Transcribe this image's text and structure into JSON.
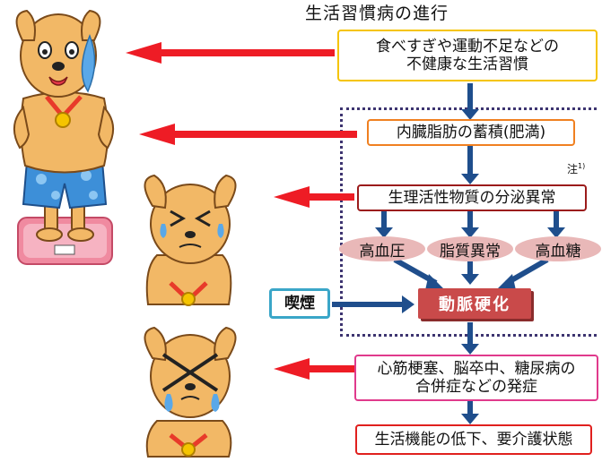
{
  "title": "生活習慣病の進行",
  "steps": {
    "unhealthy_line1": "食べすぎや運動不足などの",
    "unhealthy_line2": "不健康な生活習慣",
    "visceral_fat": "内臓脂肪の蓄積(肥満)",
    "bioactive": "生理活性物質の分泌異常",
    "atherosclerosis": "動脈硬化",
    "complications_line1": "心筋梗塞、脳卒中、糖尿病の",
    "complications_line2": "合併症などの発症",
    "decline": "生活機能の低下、要介護状態"
  },
  "conditions": [
    "高血圧",
    "脂質異常",
    "高血糖"
  ],
  "smoking": "喫煙",
  "note": "注",
  "note_sup": "1)",
  "colors": {
    "red_arrow": "#ee1c25",
    "blue_arrow": "#1f4e8c",
    "artery_box": "#c94a4a",
    "ellipse": "#e9b8b8",
    "dotted_border": "#3d3470",
    "dog_body": "#f2b866"
  },
  "icons": [
    "mascot-dog-on-scale-icon",
    "dog-grimacing-icon",
    "dog-crying-icon"
  ]
}
